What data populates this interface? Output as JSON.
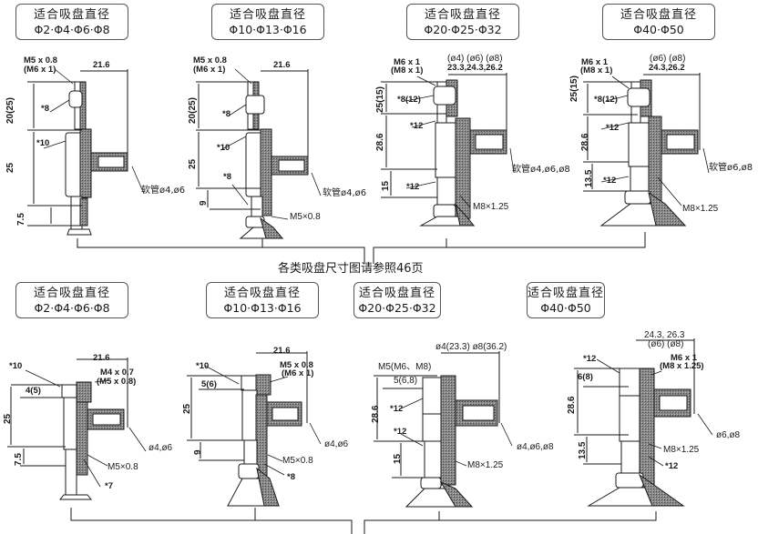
{
  "page_note": "各类吸盘尺寸图请参照46页",
  "badge_title": "适合吸盘直径",
  "top_row": [
    {
      "badge": "Φ2·Φ4·Φ6·Φ8",
      "thread": [
        "M5 x 0.8",
        "(M6 x 1)"
      ],
      "width": "21.6",
      "dims": [
        "20(25)",
        "25",
        "7.5"
      ],
      "parts": [
        "*8",
        "*10"
      ],
      "tube": "软管ø4,ø6"
    },
    {
      "badge": "Φ10·Φ13·Φ16",
      "thread": [
        "M5 x 0.8",
        "(M6 x 1)"
      ],
      "width": "21.6",
      "dims": [
        "20(25)",
        "25",
        "9"
      ],
      "parts": [
        "*8",
        "*10",
        "*8"
      ],
      "tube": "软管ø4,ø6",
      "bottom_thread": "M5×0.8"
    },
    {
      "badge": "Φ20·Φ25·Φ32",
      "thread": [
        "M6 x 1",
        "(M8 x 1)"
      ],
      "width_top": "(ø4) (ø6) (ø8)",
      "width": "23.3,24.3,26.2",
      "dims": [
        "25(15)",
        "28.6",
        "15"
      ],
      "parts": [
        "*8(12)",
        "*12",
        "*12"
      ],
      "tube": "软管ø4,ø6,ø8",
      "bottom_thread": "M8×1.25"
    },
    {
      "badge": "Φ40·Φ50",
      "thread": [
        "M6 x 1",
        "(M8 x 1)"
      ],
      "width_top": "(ø6) (ø8)",
      "width": "24.3,26.2",
      "dims": [
        "25(15)",
        "28.6",
        "13.5"
      ],
      "parts": [
        "*8(12)",
        "*12",
        "*12"
      ],
      "tube": "软管ø6,ø8",
      "bottom_thread": "M8×1.25"
    }
  ],
  "bottom_row": [
    {
      "badge": "Φ2·Φ4·Φ6·Φ8",
      "width": "21.6",
      "thread": [
        "M4 x 0.7",
        "(M5 x 0.8)"
      ],
      "dims": [
        "4(5)",
        "25",
        "7.5"
      ],
      "parts": [
        "*10",
        "*7"
      ],
      "tube": "ø4,ø6",
      "bottom_thread": "M5×0.8"
    },
    {
      "badge": "Φ10·Φ13·Φ16",
      "width": "21.6",
      "thread": [
        "M5 x 0.8",
        "(M6 x 1)"
      ],
      "dims": [
        "5(6)",
        "25",
        "9"
      ],
      "parts": [
        "*10",
        "*8"
      ],
      "tube": "ø4,ø6",
      "bottom_thread": "M5×0.8"
    },
    {
      "badge": "Φ20·Φ25·Φ32",
      "width": "ø4(23.3) ø8(36.2)",
      "thread": [
        "M5(M6、M8)"
      ],
      "dims": [
        "5(6,8)",
        "28.6",
        "15"
      ],
      "parts": [
        "*12",
        "*12"
      ],
      "tube": "ø4,ø6,ø8",
      "bottom_thread": "M8×1.25"
    },
    {
      "badge": "Φ40·Φ50",
      "width": "24.3, 26.3",
      "width_sub": "(ø6) (ø8)",
      "thread": [
        "M6 x 1",
        "(M8 x 1.25)"
      ],
      "dims": [
        "6(8)",
        "28.6",
        "13.5"
      ],
      "parts": [
        "*12",
        "*12"
      ],
      "tube": "ø6,ø8",
      "bottom_thread": "M8×1.25"
    }
  ]
}
